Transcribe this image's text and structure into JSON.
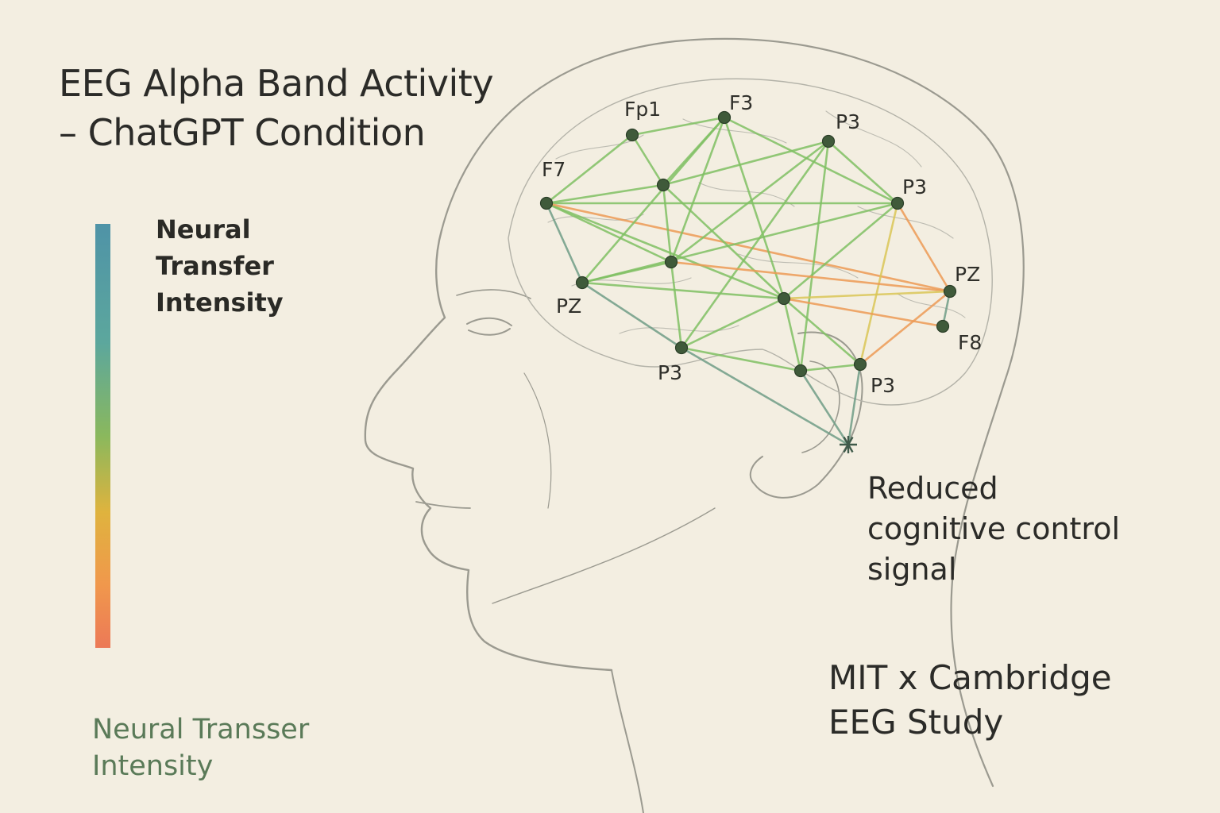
{
  "title": {
    "line1": "EEG Alpha Band Activity",
    "line2": "– ChatGPT Condition"
  },
  "legend": {
    "heading": [
      "Neural",
      "Transfer",
      "Intensity"
    ],
    "colors": [
      "#4f93a7",
      "#5ca79d",
      "#8ab85d",
      "#dfb33e",
      "#f0984c",
      "#ec7957"
    ]
  },
  "bottom_label": [
    "Neural Transser",
    "Intensity"
  ],
  "annotation": [
    "Reduced",
    "cognitive control",
    "signal"
  ],
  "credit": [
    "MIT x Cambridge",
    "EEG Study"
  ],
  "electrodes": [
    {
      "id": "fp1",
      "label": "Fp1"
    },
    {
      "id": "f3",
      "label": "F3"
    },
    {
      "id": "p3a",
      "label": "P3"
    },
    {
      "id": "f7",
      "label": "F7"
    },
    {
      "id": "p3b",
      "label": "P3"
    },
    {
      "id": "pz1",
      "label": "PZ"
    },
    {
      "id": "pz2",
      "label": "PZ"
    },
    {
      "id": "f8",
      "label": "F8"
    },
    {
      "id": "p3c",
      "label": "P3"
    },
    {
      "id": "p3d",
      "label": "P3"
    },
    {
      "id": "m1",
      "label": ""
    },
    {
      "id": "m2",
      "label": ""
    },
    {
      "id": "m3",
      "label": ""
    },
    {
      "id": "m4",
      "label": ""
    },
    {
      "id": "star",
      "label": ""
    }
  ],
  "connections": [
    {
      "from": "f7",
      "to": "fp1",
      "color": "green"
    },
    {
      "from": "fp1",
      "to": "f3",
      "color": "green"
    },
    {
      "from": "fp1",
      "to": "m1",
      "color": "green"
    },
    {
      "from": "f3",
      "to": "m1",
      "color": "green"
    },
    {
      "from": "f7",
      "to": "m1",
      "color": "green"
    },
    {
      "from": "f7",
      "to": "p3b",
      "color": "green"
    },
    {
      "from": "f7",
      "to": "m2",
      "color": "green"
    },
    {
      "from": "f7",
      "to": "m3",
      "color": "green"
    },
    {
      "from": "f7",
      "to": "pz2",
      "color": "orange"
    },
    {
      "from": "f7",
      "to": "pz1",
      "color": "teal"
    },
    {
      "from": "f3",
      "to": "m2",
      "color": "green"
    },
    {
      "from": "f3",
      "to": "pz1",
      "color": "green"
    },
    {
      "from": "f3",
      "to": "m3",
      "color": "green"
    },
    {
      "from": "f3",
      "to": "p3b",
      "color": "green"
    },
    {
      "from": "m1",
      "to": "p3a",
      "color": "green"
    },
    {
      "from": "m1",
      "to": "m2",
      "color": "green"
    },
    {
      "from": "m1",
      "to": "m3",
      "color": "green"
    },
    {
      "from": "p3a",
      "to": "m2",
      "color": "green"
    },
    {
      "from": "p3a",
      "to": "p3c",
      "color": "green"
    },
    {
      "from": "p3a",
      "to": "m4",
      "color": "green"
    },
    {
      "from": "p3a",
      "to": "p3b",
      "color": "green"
    },
    {
      "from": "p3b",
      "to": "m3",
      "color": "green"
    },
    {
      "from": "p3b",
      "to": "pz2",
      "color": "orange"
    },
    {
      "from": "p3b",
      "to": "p3d",
      "color": "yellow"
    },
    {
      "from": "p3b",
      "to": "pz1",
      "color": "green"
    },
    {
      "from": "m2",
      "to": "pz1",
      "color": "green"
    },
    {
      "from": "m2",
      "to": "p3c",
      "color": "green"
    },
    {
      "from": "m2",
      "to": "pz2",
      "color": "orange"
    },
    {
      "from": "pz1",
      "to": "m3",
      "color": "green"
    },
    {
      "from": "pz1",
      "to": "p3c",
      "color": "teal"
    },
    {
      "from": "m3",
      "to": "pz2",
      "color": "yellow"
    },
    {
      "from": "m3",
      "to": "m4",
      "color": "green"
    },
    {
      "from": "m3",
      "to": "p3c",
      "color": "green"
    },
    {
      "from": "m3",
      "to": "p3d",
      "color": "green"
    },
    {
      "from": "p3c",
      "to": "m4",
      "color": "green"
    },
    {
      "from": "p3c",
      "to": "star",
      "color": "teal"
    },
    {
      "from": "m4",
      "to": "star",
      "color": "teal"
    },
    {
      "from": "m4",
      "to": "p3d",
      "color": "green"
    },
    {
      "from": "p3d",
      "to": "pz2",
      "color": "orange"
    },
    {
      "from": "p3d",
      "to": "star",
      "color": "teal"
    },
    {
      "from": "pz2",
      "to": "f8",
      "color": "teal"
    },
    {
      "from": "m3",
      "to": "f8",
      "color": "orange"
    }
  ],
  "line_colors": {
    "green": "#7fbf63",
    "teal": "#6e9c86",
    "yellow": "#d9c556",
    "orange": "#ec9a55"
  },
  "node_color": "#3f5a3a"
}
